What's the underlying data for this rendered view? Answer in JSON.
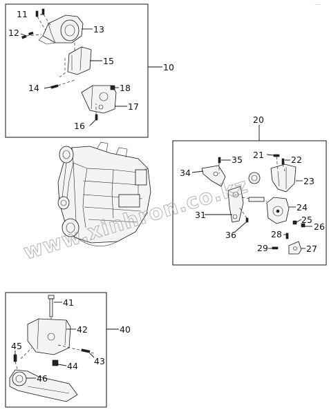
{
  "corner_mark": "—·—",
  "watermark": "www.xinhron.co.kz",
  "colors": {
    "ink": "#111111",
    "watermark": "#9a9a9a"
  },
  "groups": [
    {
      "label": "10",
      "members": [
        "11",
        "12",
        "13",
        "14",
        "15",
        "16",
        "17",
        "18"
      ]
    },
    {
      "label": "20",
      "members": [
        "21",
        "22",
        "23",
        "24",
        "25",
        "26",
        "27",
        "28",
        "29",
        "31",
        "34",
        "35",
        "36"
      ]
    },
    {
      "label": "40",
      "members": [
        "41",
        "42",
        "43",
        "44",
        "45",
        "46"
      ]
    }
  ],
  "callouts": [
    "10",
    "11",
    "12",
    "13",
    "14",
    "15",
    "16",
    "17",
    "18",
    "20",
    "21",
    "22",
    "23",
    "24",
    "25",
    "26",
    "27",
    "28",
    "29",
    "31",
    "34",
    "35",
    "36",
    "40",
    "41",
    "42",
    "43",
    "44",
    "45",
    "46"
  ]
}
